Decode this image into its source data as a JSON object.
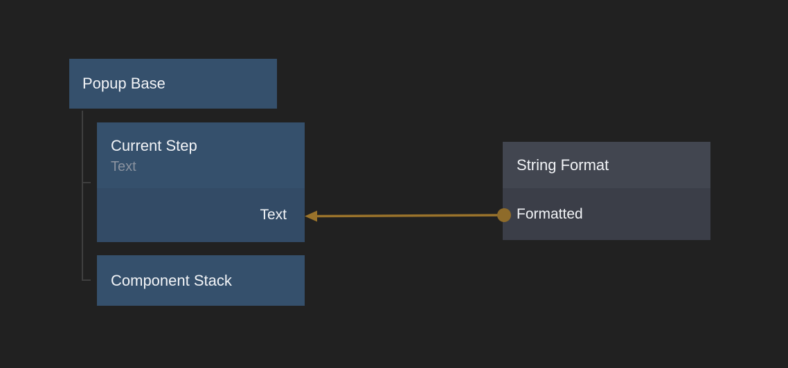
{
  "app": {
    "background": "#212121",
    "view": "node-graph"
  },
  "nodes": {
    "popup_base": {
      "title": "Popup Base"
    },
    "current_step": {
      "title": "Current Step",
      "subtitle": "Text",
      "input_port_label": "Text"
    },
    "component_stack": {
      "title": "Component Stack"
    },
    "string_format": {
      "title": "String Format",
      "output_port_label": "Formatted"
    }
  },
  "hierarchy": {
    "parent": "Popup Base",
    "children": [
      "Current Step",
      "Component Stack"
    ]
  },
  "connection": {
    "from_node": "String Format",
    "from_port": "Formatted",
    "to_node": "Current Step",
    "to_port": "Text"
  },
  "colors": {
    "background": "#212121",
    "node_blue_header": "#35506c",
    "node_blue_body": "#334b66",
    "node_gray_header": "#424650",
    "node_gray_body": "#3b3e48",
    "tree_line": "#3f3f3f",
    "wire": "#9a732b",
    "wire_dot": "#8e6b2a",
    "title_text": "#f2f4f7",
    "subtitle_text": "#8b93a0"
  }
}
